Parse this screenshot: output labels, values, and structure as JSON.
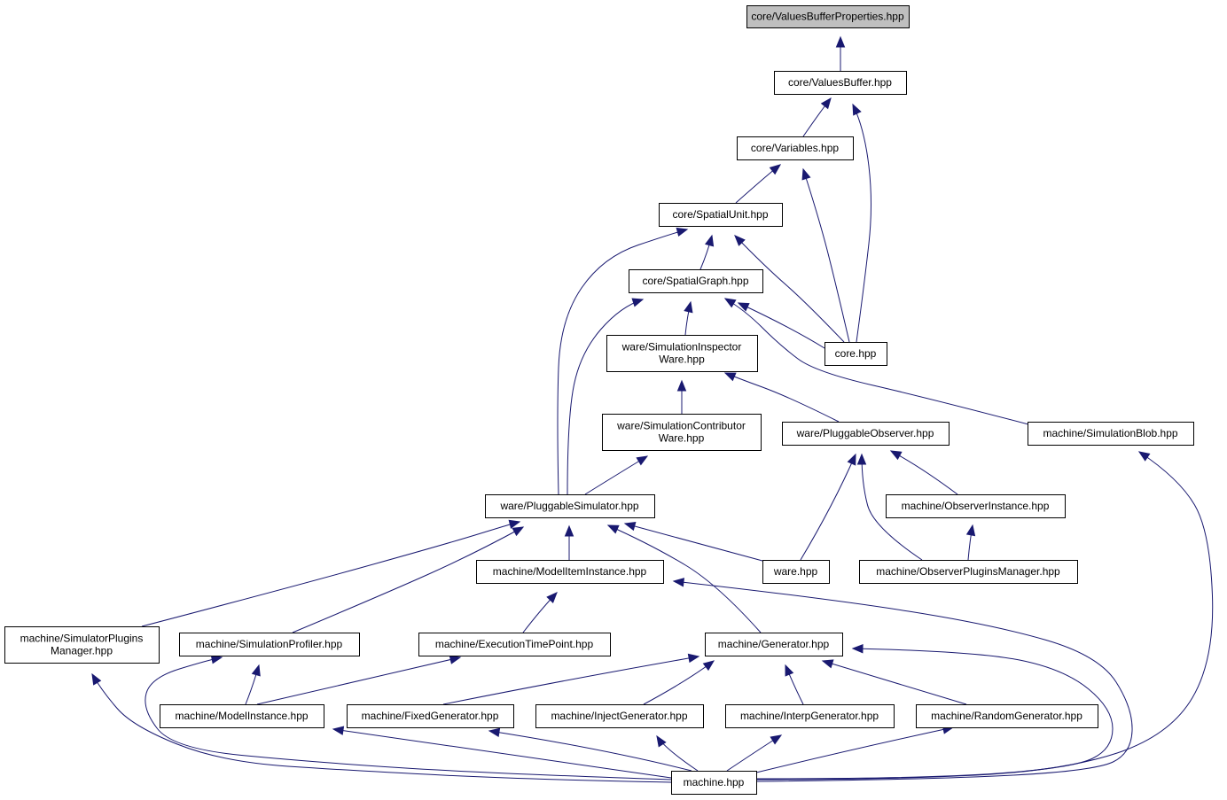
{
  "nodes": [
    {
      "id": "vbp",
      "lines": [
        "core/ValuesBufferProperties.hpp"
      ],
      "current": true
    },
    {
      "id": "vb",
      "lines": [
        "core/ValuesBuffer.hpp"
      ]
    },
    {
      "id": "var",
      "lines": [
        "core/Variables.hpp"
      ]
    },
    {
      "id": "su",
      "lines": [
        "core/SpatialUnit.hpp"
      ]
    },
    {
      "id": "sg",
      "lines": [
        "core/SpatialGraph.hpp"
      ]
    },
    {
      "id": "core",
      "lines": [
        "core.hpp"
      ]
    },
    {
      "id": "siw",
      "lines": [
        "ware/SimulationInspector",
        "Ware.hpp"
      ]
    },
    {
      "id": "scw",
      "lines": [
        "ware/SimulationContributor",
        "Ware.hpp"
      ]
    },
    {
      "id": "po",
      "lines": [
        "ware/PluggableObserver.hpp"
      ]
    },
    {
      "id": "sb",
      "lines": [
        "machine/SimulationBlob.hpp"
      ]
    },
    {
      "id": "ps",
      "lines": [
        "ware/PluggableSimulator.hpp"
      ]
    },
    {
      "id": "oi",
      "lines": [
        "machine/ObserverInstance.hpp"
      ]
    },
    {
      "id": "mii",
      "lines": [
        "machine/ModelItemInstance.hpp"
      ]
    },
    {
      "id": "ware",
      "lines": [
        "ware.hpp"
      ]
    },
    {
      "id": "opm",
      "lines": [
        "machine/ObserverPluginsManager.hpp"
      ]
    },
    {
      "id": "spm",
      "lines": [
        "machine/SimulatorPlugins",
        "Manager.hpp"
      ]
    },
    {
      "id": "sp",
      "lines": [
        "machine/SimulationProfiler.hpp"
      ]
    },
    {
      "id": "etp",
      "lines": [
        "machine/ExecutionTimePoint.hpp"
      ]
    },
    {
      "id": "gen",
      "lines": [
        "machine/Generator.hpp"
      ]
    },
    {
      "id": "mi",
      "lines": [
        "machine/ModelInstance.hpp"
      ]
    },
    {
      "id": "fg",
      "lines": [
        "machine/FixedGenerator.hpp"
      ]
    },
    {
      "id": "ig",
      "lines": [
        "machine/InjectGenerator.hpp"
      ]
    },
    {
      "id": "ipg",
      "lines": [
        "machine/InterpGenerator.hpp"
      ]
    },
    {
      "id": "rg",
      "lines": [
        "machine/RandomGenerator.hpp"
      ]
    },
    {
      "id": "mach",
      "lines": [
        "machine.hpp"
      ]
    }
  ],
  "edges": [
    {
      "from": "vb",
      "to": "vbp"
    },
    {
      "from": "var",
      "to": "vb"
    },
    {
      "from": "core",
      "to": "vb"
    },
    {
      "from": "su",
      "to": "var"
    },
    {
      "from": "core",
      "to": "var"
    },
    {
      "from": "sg",
      "to": "su"
    },
    {
      "from": "core",
      "to": "su"
    },
    {
      "from": "ps",
      "to": "su"
    },
    {
      "from": "core",
      "to": "sg"
    },
    {
      "from": "siw",
      "to": "sg"
    },
    {
      "from": "ps",
      "to": "sg"
    },
    {
      "from": "sb",
      "to": "sg"
    },
    {
      "from": "scw",
      "to": "siw"
    },
    {
      "from": "po",
      "to": "siw"
    },
    {
      "from": "ps",
      "to": "scw"
    },
    {
      "from": "ware",
      "to": "po"
    },
    {
      "from": "oi",
      "to": "po"
    },
    {
      "from": "opm",
      "to": "po"
    },
    {
      "from": "opm",
      "to": "oi"
    },
    {
      "from": "mach",
      "to": "sb"
    },
    {
      "from": "spm",
      "to": "ps"
    },
    {
      "from": "sp",
      "to": "ps"
    },
    {
      "from": "mii",
      "to": "ps"
    },
    {
      "from": "ware",
      "to": "ps"
    },
    {
      "from": "gen",
      "to": "ps"
    },
    {
      "from": "etp",
      "to": "mii"
    },
    {
      "from": "mach",
      "to": "mii"
    },
    {
      "from": "mach",
      "to": "spm"
    },
    {
      "from": "mi",
      "to": "sp"
    },
    {
      "from": "mach",
      "to": "sp"
    },
    {
      "from": "mi",
      "to": "etp"
    },
    {
      "from": "fg",
      "to": "gen"
    },
    {
      "from": "ig",
      "to": "gen"
    },
    {
      "from": "ipg",
      "to": "gen"
    },
    {
      "from": "rg",
      "to": "gen"
    },
    {
      "from": "mach",
      "to": "gen"
    },
    {
      "from": "mach",
      "to": "mi"
    },
    {
      "from": "mach",
      "to": "fg"
    },
    {
      "from": "mach",
      "to": "ig"
    },
    {
      "from": "mach",
      "to": "ipg"
    },
    {
      "from": "mach",
      "to": "rg"
    }
  ]
}
